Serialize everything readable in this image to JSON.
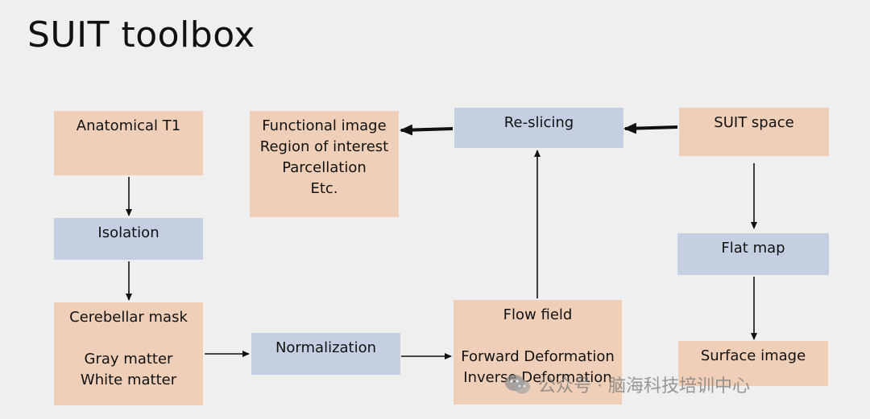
{
  "title": "SUIT toolbox",
  "nodes": {
    "anatomical": {
      "lines": [
        "Anatomical T1"
      ]
    },
    "isolation": {
      "lines": [
        "Isolation"
      ]
    },
    "cerebellar": {
      "lines": [
        "Cerebellar mask"
      ],
      "lines2": [
        "Gray matter",
        "White matter"
      ]
    },
    "normalization": {
      "lines": [
        "Normalization"
      ]
    },
    "flowfield": {
      "lines": [
        "Flow field"
      ],
      "lines2": [
        "Forward Deformation",
        "Inverse Deformation"
      ]
    },
    "reslicing": {
      "lines": [
        "Re-slicing"
      ]
    },
    "functional": {
      "lines": [
        "Functional image",
        "Region of interest",
        "Parcellation",
        "Etc."
      ]
    },
    "suitspace": {
      "lines": [
        "SUIT space"
      ]
    },
    "flatmap": {
      "lines": [
        "Flat map"
      ]
    },
    "surface": {
      "lines": [
        "Surface image"
      ]
    }
  },
  "watermark": {
    "text": "公众号 · 脑海科技培训中心",
    "icon": "wechat-icon"
  },
  "colors": {
    "orange": "#efcfb7",
    "blue": "#c4d0e2",
    "arrow": "#111111"
  }
}
